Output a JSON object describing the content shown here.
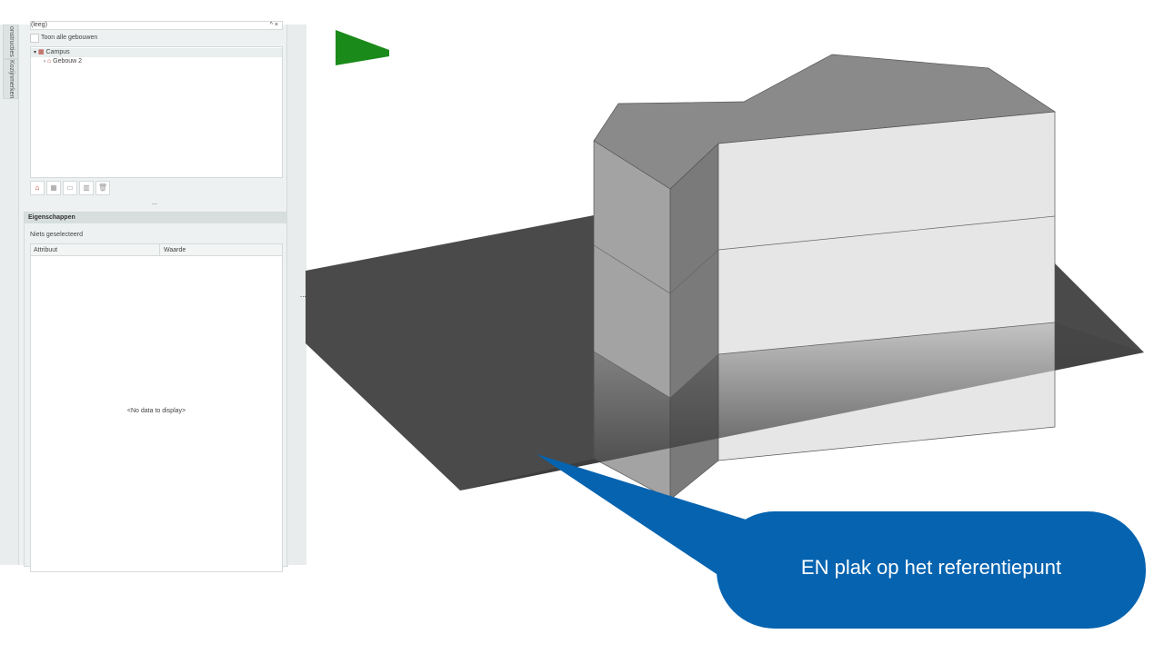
{
  "side_tabs": [
    "onstructies",
    "Kozijnmerken"
  ],
  "filter": {
    "value": "(leeg)"
  },
  "show_all": {
    "label": "Toon alle gebouwen",
    "checked": false
  },
  "tree": [
    {
      "label": "Campus",
      "expanded": true
    },
    {
      "label": "Gebouw 2",
      "expanded": false
    }
  ],
  "properties": {
    "title": "Eigenschappen",
    "status": "Niets geselecteerd",
    "columns": [
      "Attribuut",
      "Waarde"
    ],
    "empty": "<No data to display>"
  },
  "splitter_dots": "...",
  "callout": {
    "text": "EN plak op het referentiepunt",
    "color": "#0563b0"
  }
}
